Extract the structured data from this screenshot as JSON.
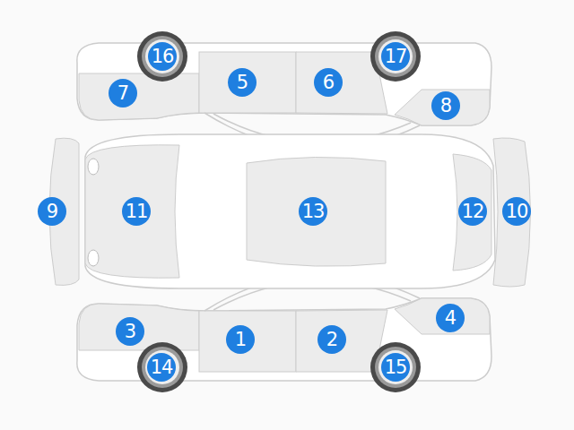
{
  "diagram": {
    "nodes": [
      {
        "text": [
          "16"
        ]
      },
      {
        "text": [
          "17"
        ]
      },
      {
        "text": [
          "5"
        ]
      },
      {
        "text": [
          "6"
        ]
      },
      {
        "text": [
          "7"
        ]
      },
      {
        "text": [
          "8"
        ]
      },
      {
        "text": [
          "9"
        ]
      },
      {
        "text": [
          "11"
        ]
      },
      {
        "text": [
          "13"
        ]
      },
      {
        "text": [
          "12"
        ]
      },
      {
        "text": [
          "10"
        ]
      },
      {
        "text": [
          "4"
        ]
      },
      {
        "text": [
          "3"
        ]
      },
      {
        "text": [
          "1"
        ]
      },
      {
        "text": [
          "2"
        ]
      },
      {
        "text": [
          "14"
        ]
      },
      {
        "text": [
          "15"
        ]
      }
    ]
  }
}
